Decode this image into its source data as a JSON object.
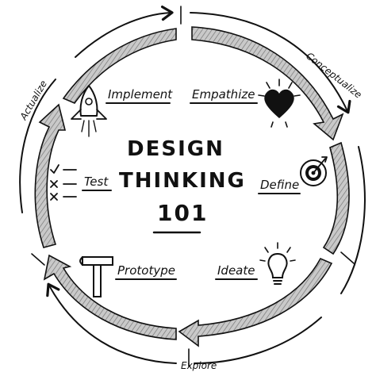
{
  "title": {
    "line1": "DESIGN",
    "line2": "THINKING",
    "line3": "101"
  },
  "stages": {
    "empathize": "Empathize",
    "define": "Define",
    "ideate": "Ideate",
    "prototype": "Prototype",
    "test": "Test",
    "implement": "Implement"
  },
  "phases": {
    "conceptualize": "Conceptualize",
    "explore": "Explore",
    "actualize": "Actualize"
  },
  "icons": {
    "empathize": "heart-icon",
    "define": "target-dart-icon",
    "ideate": "lightbulb-icon",
    "prototype": "hammer-icon",
    "test": "checklist-icon",
    "implement": "rocket-icon"
  }
}
